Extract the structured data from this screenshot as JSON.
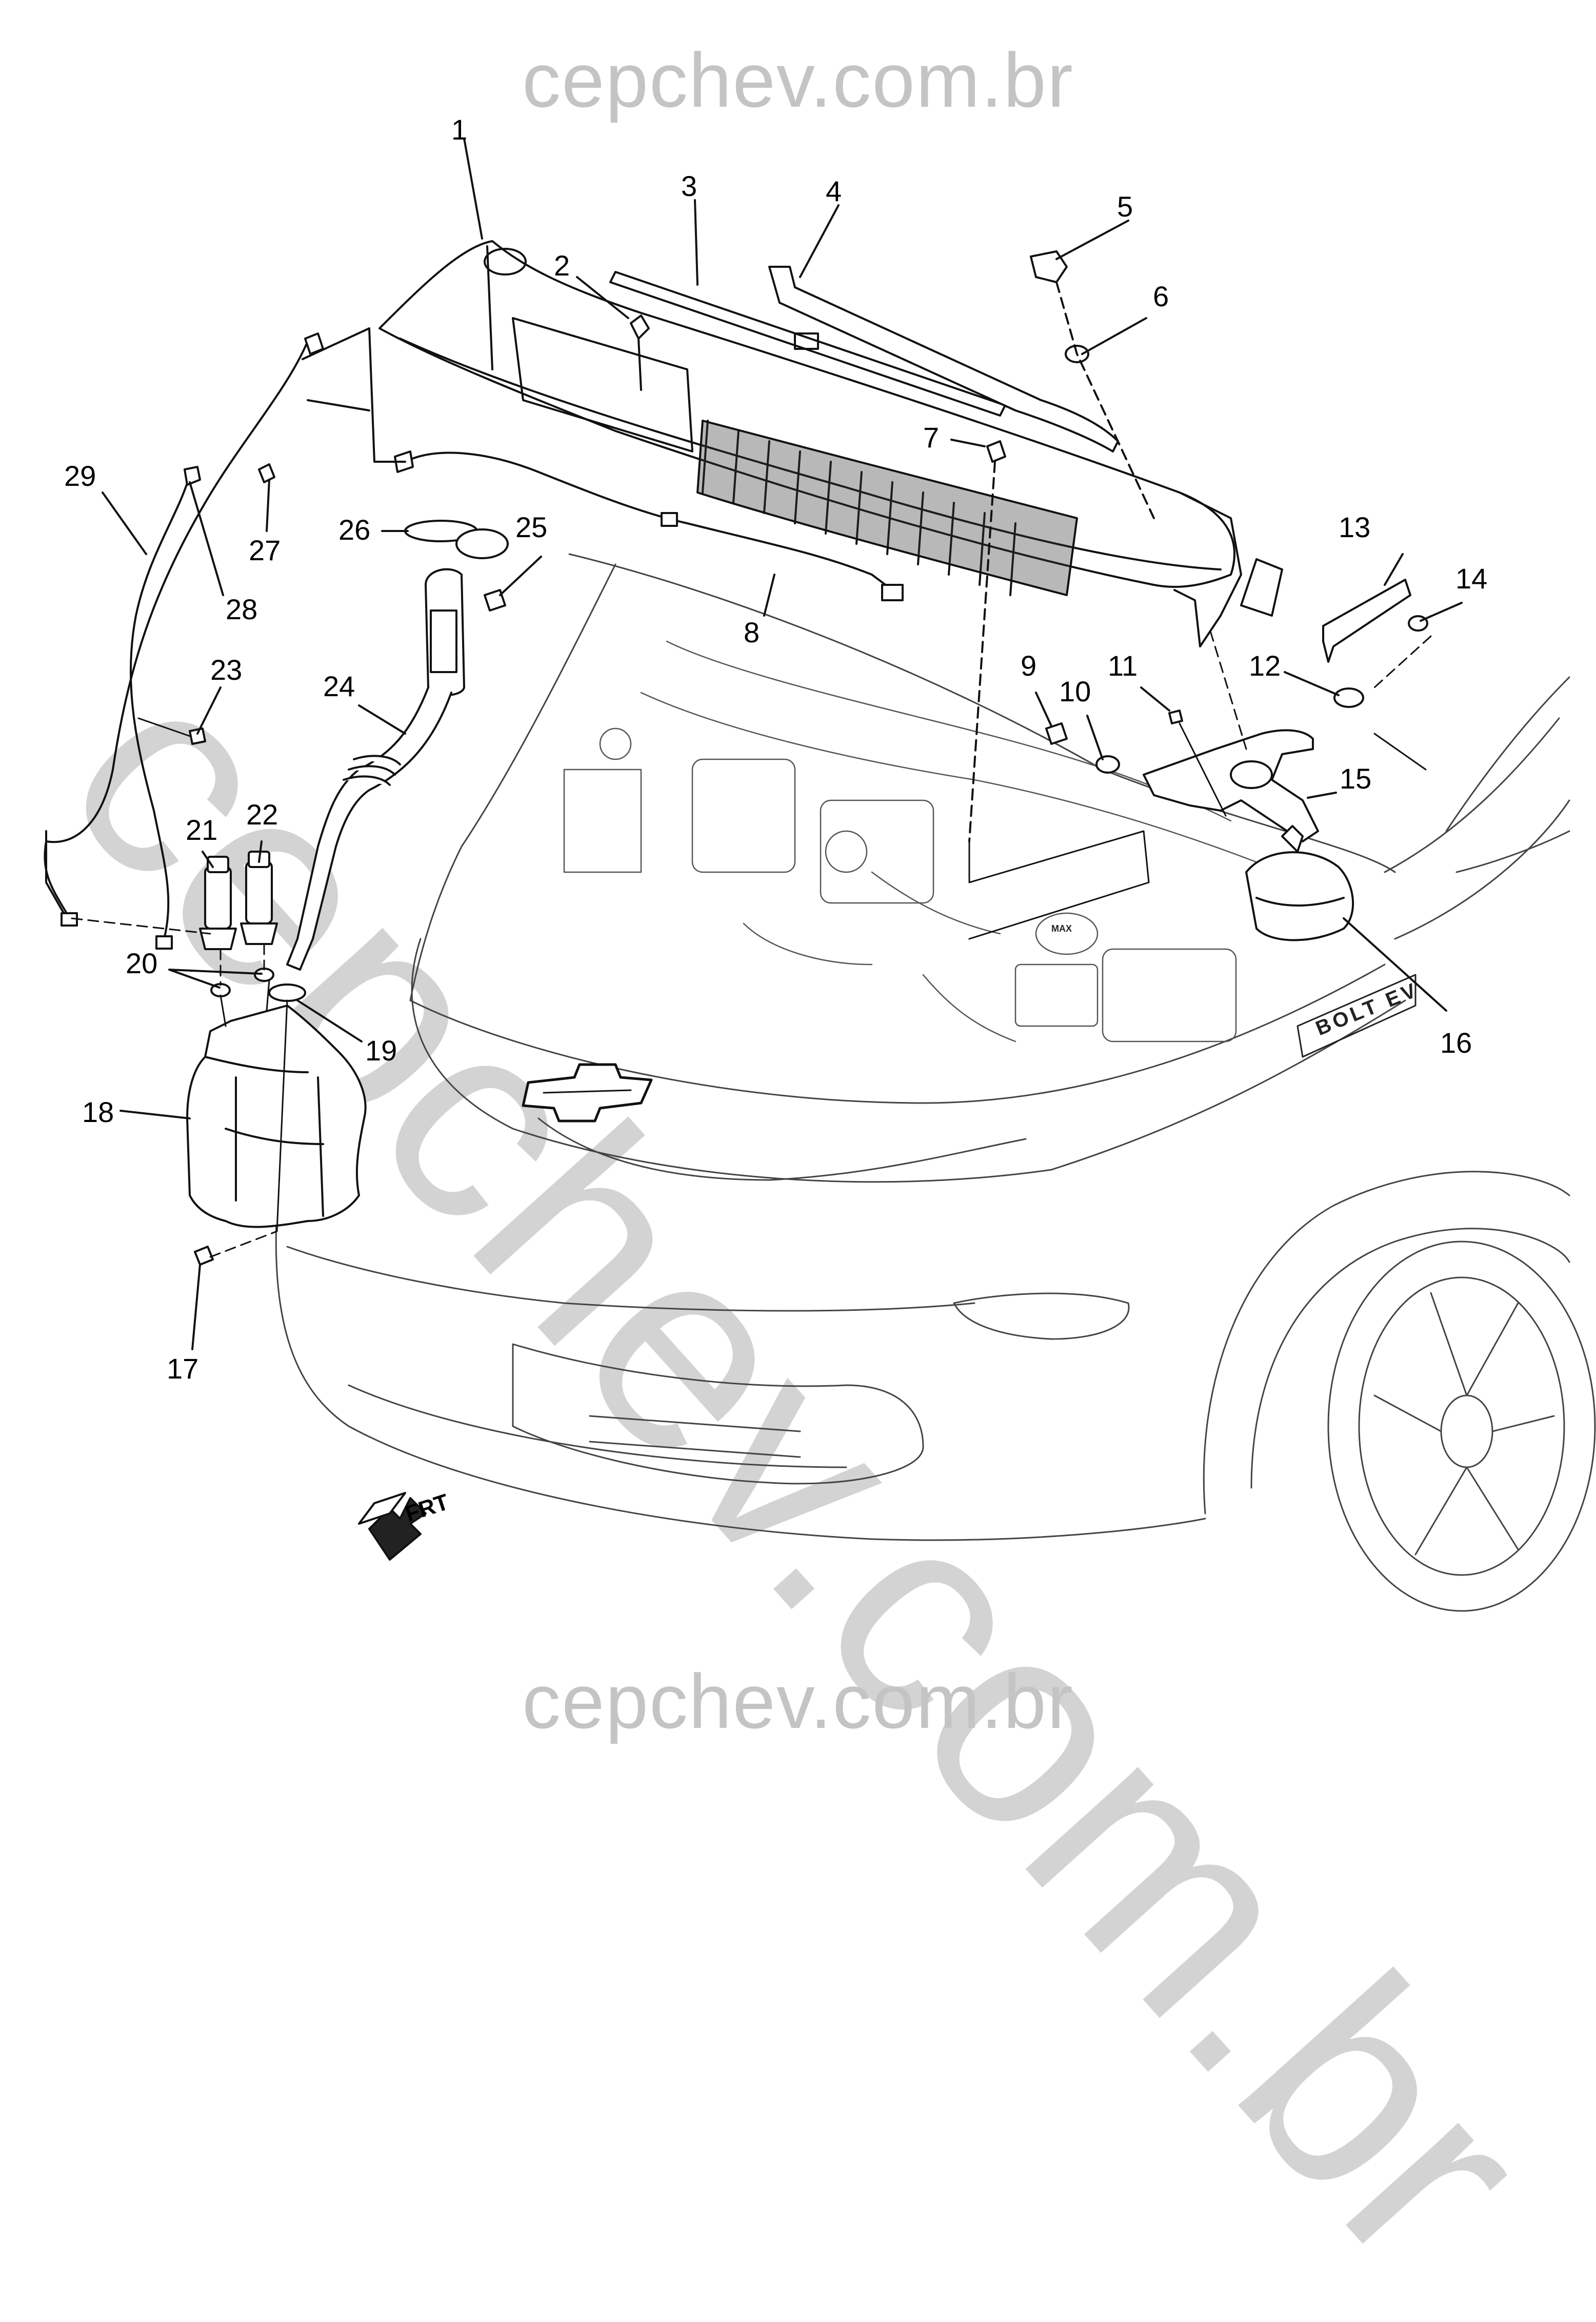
{
  "watermark": {
    "top": "cepchev.com.br",
    "bottom": "cepchev.com.br",
    "diagonal": "cepchev.com.br"
  },
  "badges": {
    "bolt_ev": "BOLT EV",
    "max": "MAX",
    "frt": "FRT"
  },
  "callouts": [
    {
      "id": "1",
      "label": "1"
    },
    {
      "id": "2",
      "label": "2"
    },
    {
      "id": "3",
      "label": "3"
    },
    {
      "id": "4",
      "label": "4"
    },
    {
      "id": "5",
      "label": "5"
    },
    {
      "id": "6",
      "label": "6"
    },
    {
      "id": "7",
      "label": "7"
    },
    {
      "id": "8",
      "label": "8"
    },
    {
      "id": "9",
      "label": "9"
    },
    {
      "id": "10",
      "label": "10"
    },
    {
      "id": "11",
      "label": "11"
    },
    {
      "id": "12",
      "label": "12"
    },
    {
      "id": "13",
      "label": "13"
    },
    {
      "id": "14",
      "label": "14"
    },
    {
      "id": "15",
      "label": "15"
    },
    {
      "id": "16",
      "label": "16"
    },
    {
      "id": "17",
      "label": "17"
    },
    {
      "id": "18",
      "label": "18"
    },
    {
      "id": "19",
      "label": "19"
    },
    {
      "id": "20",
      "label": "20"
    },
    {
      "id": "21",
      "label": "21"
    },
    {
      "id": "22",
      "label": "22"
    },
    {
      "id": "23",
      "label": "23"
    },
    {
      "id": "24",
      "label": "24"
    },
    {
      "id": "25",
      "label": "25"
    },
    {
      "id": "26",
      "label": "26"
    },
    {
      "id": "27",
      "label": "27"
    },
    {
      "id": "28",
      "label": "28"
    },
    {
      "id": "29",
      "label": "29"
    }
  ]
}
